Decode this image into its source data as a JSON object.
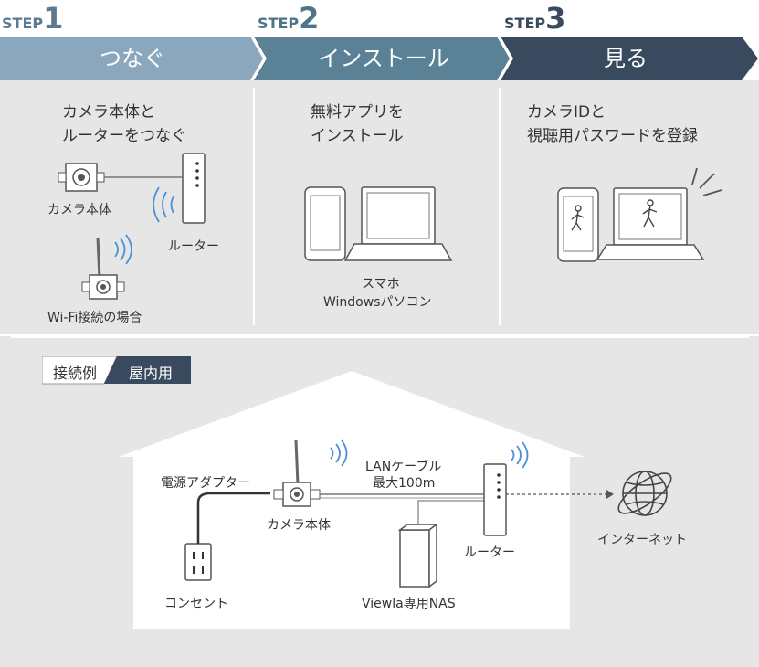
{
  "steps": [
    {
      "step_word": "STEP",
      "number": "1",
      "title": "つなぐ",
      "desc_line1": "カメラ本体と",
      "desc_line2": "ルーターをつなぐ"
    },
    {
      "step_word": "STEP",
      "number": "2",
      "title": "インストール",
      "desc_line1": "無料アプリを",
      "desc_line2": "インストール"
    },
    {
      "step_word": "STEP",
      "number": "3",
      "title": "見る",
      "desc_line1": "カメラIDと",
      "desc_line2": "視聴用パスワードを登録"
    }
  ],
  "step1_labels": {
    "camera": "カメラ本体",
    "router": "ルーター",
    "wifi_case": "Wi-Fi接続の場合"
  },
  "step2_labels": {
    "line1": "スマホ",
    "line2": "Windowsパソコン"
  },
  "example": {
    "tag_left": "接続例",
    "tag_right": "屋内用",
    "labels": {
      "adapter": "電源アダプター",
      "camera": "カメラ本体",
      "lan_line1": "LANケーブル",
      "lan_line2": "最大100m",
      "router": "ルーター",
      "outlet": "コンセント",
      "nas": "Viewla専用NAS",
      "internet": "インターネット"
    }
  },
  "colors": {
    "step1": "#7f9fb8",
    "step2": "#4f7389",
    "step3": "#3a4a5e",
    "wifi": "#4a90d9"
  }
}
